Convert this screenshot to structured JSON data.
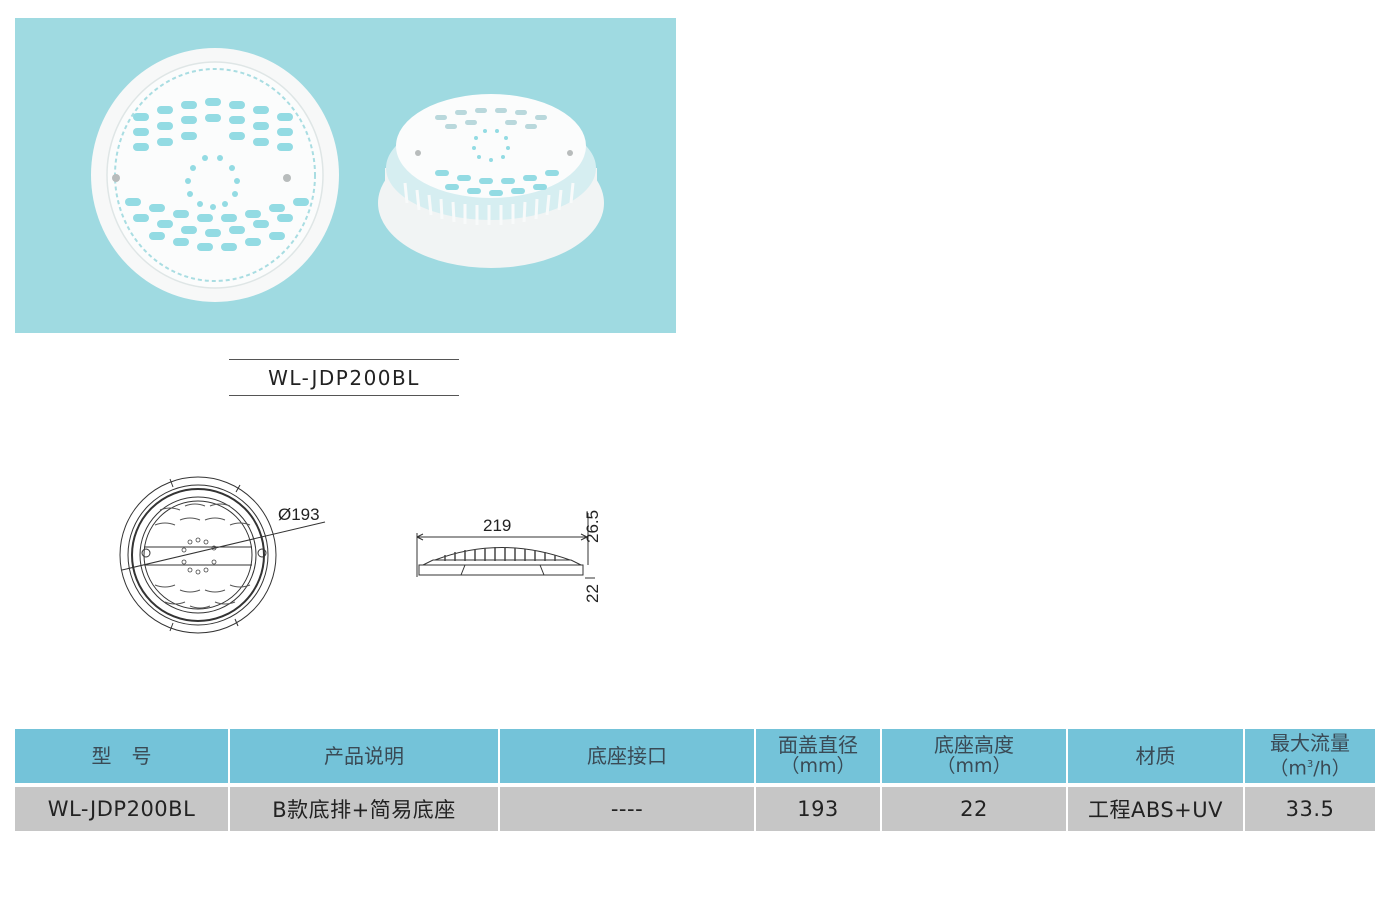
{
  "product": {
    "model": "WL-JDP200BL",
    "photo_background": "#9fdae1",
    "photo_views": [
      "top-view-photo",
      "perspective-view-photo"
    ]
  },
  "drawings": {
    "top_view": {
      "diameter_label": "Ø193"
    },
    "side_view": {
      "width_label": "219",
      "height_top_label": "26.5",
      "height_bottom_label": "22"
    }
  },
  "spec_table": {
    "header_color": "#74c3d9",
    "row_color": "#c6c6c6",
    "headers": [
      {
        "label": "型　号",
        "unit": ""
      },
      {
        "label": "产品说明",
        "unit": ""
      },
      {
        "label": "底座接口",
        "unit": ""
      },
      {
        "label": "面盖直径",
        "unit": "（mm）"
      },
      {
        "label": "底座高度",
        "unit": "（mm）"
      },
      {
        "label": "材质",
        "unit": ""
      },
      {
        "label": "最大流量",
        "unit_pre": "（m",
        "unit_sup": "3",
        "unit_post": "/h）"
      }
    ],
    "rows": [
      [
        "WL-JDP200BL",
        "B款底排+简易底座",
        "----",
        "193",
        "22",
        "工程ABS+UV",
        "33.5"
      ]
    ]
  }
}
